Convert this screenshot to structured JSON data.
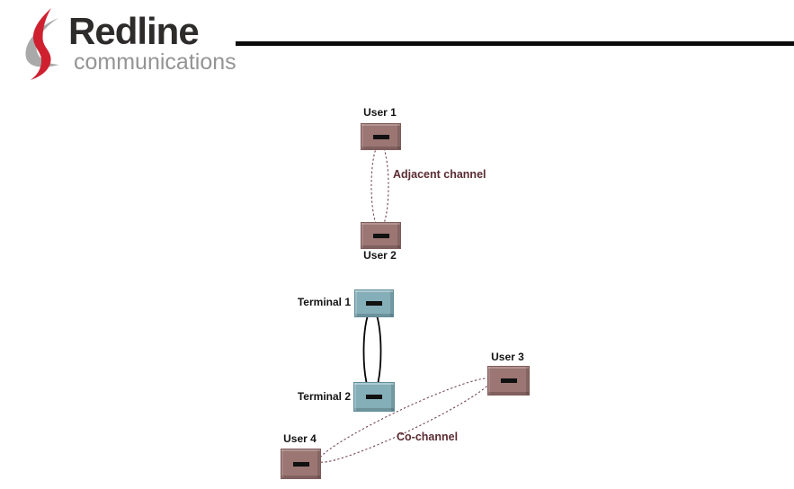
{
  "header": {
    "brand_name": "Redline",
    "brand_sub": "communications",
    "brand_red": "#cf2030",
    "brand_gray": "#a9a9a9",
    "rule_color": "#0b0b0b"
  },
  "diagram": {
    "nodes": [
      {
        "id": "user1",
        "label": "User 1",
        "type": "user"
      },
      {
        "id": "user2",
        "label": "User 2",
        "type": "user"
      },
      {
        "id": "terminal1",
        "label": "Terminal 1",
        "type": "terminal"
      },
      {
        "id": "terminal2",
        "label": "Terminal 2",
        "type": "terminal"
      },
      {
        "id": "user3",
        "label": "User 3",
        "type": "user"
      },
      {
        "id": "user4",
        "label": "User 4",
        "type": "user"
      }
    ],
    "links": [
      {
        "label": "Adjacent channel",
        "style": "dotted",
        "between": [
          "User 1",
          "User 2"
        ]
      },
      {
        "label": "",
        "style": "solid",
        "between": [
          "Terminal 1",
          "Terminal 2"
        ]
      },
      {
        "label": "Co-channel",
        "style": "dotted",
        "between": [
          "User 3",
          "User 4"
        ]
      }
    ],
    "colors": {
      "user_node": "#9b7673",
      "terminal_node": "#84aeb8",
      "channel_label": "#5a2b32",
      "dotted_link": "#74484f",
      "solid_link": "#050505"
    }
  }
}
